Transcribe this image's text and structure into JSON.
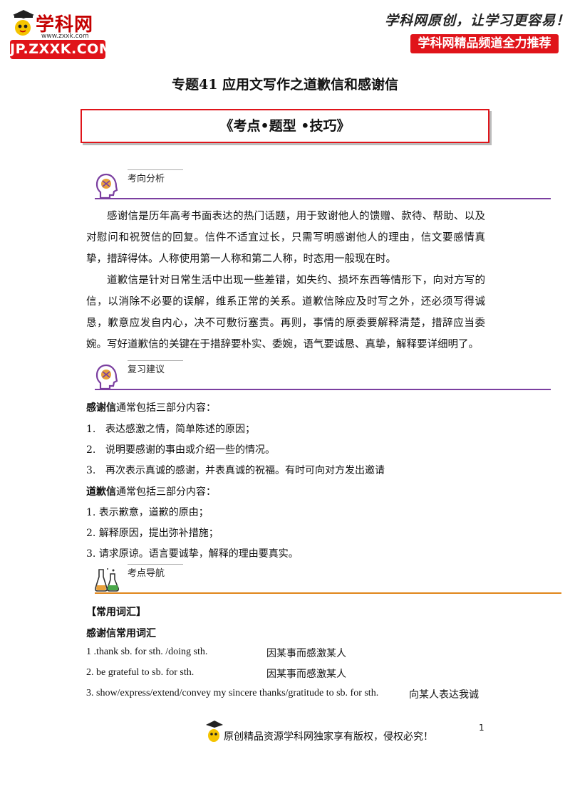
{
  "header": {
    "logo_name": "学科网",
    "logo_url": "www.zxxk.com",
    "logo_domain": "JP.ZXXK.COM",
    "slogan": "学科网原创，让学习更容易！",
    "channel_badge": "学科网精品频道全力推荐"
  },
  "title": "专题41  应用文写作之道歉信和感谢信",
  "kaodian": "《考点•题型  •技巧》",
  "section1": {
    "label": "考向分析",
    "paragraphs": [
      "感谢信是历年高考书面表达的热门话题，用于致谢他人的馈赠、款待、帮助、以及对慰问和祝贺信的回复。信件不适宜过长，只需写明感谢他人的理由，信文要感情真挚，措辞得体。人称使用第一人称和第二人称，时态用一般现在时。",
      "道歉信是针对日常生活中出现一些差错，如失约、损坏东西等情形下，向对方写的信，以消除不必要的误解，维系正常的关系。道歉信除应及时写之外，还必须写得诚恳，歉意应发自内心，决不可敷衍塞责。再则，事情的原委要解释清楚，措辞应当委婉。写好道歉信的关键在于措辞要朴实、委婉，语气要诚恳、真挚，解释要详细明了。"
    ]
  },
  "section2": {
    "label": "复习建议",
    "thanks_head_bold": "感谢信",
    "thanks_head_rest": "通常包括三部分内容：",
    "thanks_items": [
      {
        "num": "1.",
        "text": "表达感激之情，简单陈述的原因；"
      },
      {
        "num": "2.",
        "text": "说明要感谢的事由或介绍一些的情况。"
      },
      {
        "num": "3.",
        "text": "再次表示真诚的感谢，并表真诚的祝福。有时可向对方发出邀请"
      }
    ],
    "apology_head_bold": "道歉信",
    "apology_head_rest": "通常包括三部分内容：",
    "apology_items": [
      {
        "num": "1.",
        "text": "表示歉意，道歉的原由；"
      },
      {
        "num": "2.",
        "text": "解释原因，提出弥补措施；"
      },
      {
        "num": "3.",
        "text": "请求原谅。语言要诚挚，解释的理由要真实。"
      }
    ]
  },
  "section3": {
    "label": "考点导航",
    "bracket_title": "【常用词汇】",
    "subtitle": "感谢信常用词汇",
    "vocab": [
      {
        "en": "1 .thank sb. for sth. /doing sth.",
        "zh": "因某事而感激某人"
      },
      {
        "en": "2. be grateful to sb. for sth.",
        "zh": "因某事而感激某人"
      },
      {
        "en": "3. show/express/extend/convey my sincere thanks/gratitude to sb. for sth.",
        "zh": "向某人表达我诚"
      }
    ]
  },
  "footer": {
    "text": "原创精品资源学科网独家享有版权，侵权必究！",
    "page_number": "1"
  }
}
